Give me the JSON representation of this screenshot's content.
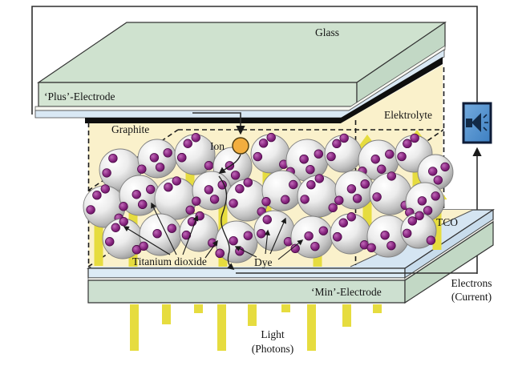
{
  "figure": {
    "type": "solar-cell-cross-section-diagram"
  },
  "labels": {
    "glass": "Glass",
    "plus_electrode": "‘Plus’-Electrode",
    "graphite": "Graphite",
    "elektrolyte": "Elektrolyte",
    "ion": "Ion",
    "tco": "TCO",
    "titanium_dioxide": "Titanium dioxide",
    "dye": "Dye",
    "min_electrode": "‘Min’-Electrode",
    "electrons_line1": "Electrons",
    "electrons_line2": "(Current)",
    "light_line1": "Light",
    "light_line2": "(Photons)"
  },
  "icons": {
    "load": "speaker-icon"
  },
  "colors": {
    "wire": "#2f2f2f",
    "glass_green": "#cfe2cf",
    "glass_green_front": "#d4e5d3",
    "glass_green_side": "#c2d8c5",
    "electrode_blue": "#d9e8f4",
    "white_strip": "#f7f7f1",
    "graphite_black": "#0e0e0e",
    "electrolyte_cream": "#faf1cb",
    "tco_blue": "#d5e5f2",
    "min_electrode_green": "#cde0d0",
    "sphere_gray": "#c9c9c9",
    "dye_purple": "#8d2b85",
    "light_yellow": "#e6dc3f",
    "ion_orange": "#f2ae3f",
    "speaker_blue": "#4e96d3",
    "speaker_border": "#0e1c38"
  }
}
